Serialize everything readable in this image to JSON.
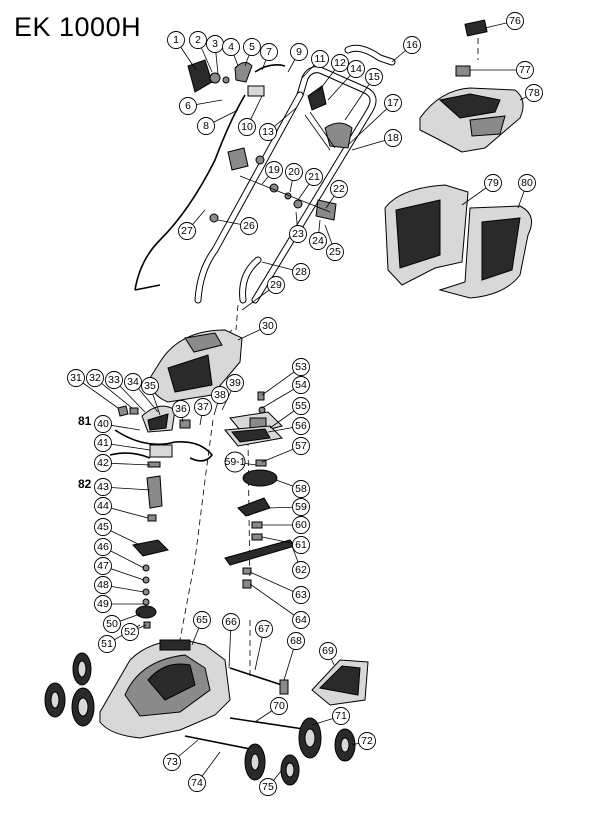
{
  "title": "EK 1000H",
  "callouts": [
    "1",
    "2",
    "3",
    "4",
    "5",
    "6",
    "7",
    "8",
    "9",
    "10",
    "11",
    "12",
    "13",
    "14",
    "15",
    "16",
    "17",
    "18",
    "19",
    "20",
    "21",
    "22",
    "23",
    "24",
    "25",
    "26",
    "27",
    "28",
    "29",
    "30",
    "31",
    "32",
    "33",
    "34",
    "35",
    "36",
    "37",
    "38",
    "39",
    "40",
    "41",
    "42",
    "43",
    "44",
    "45",
    "46",
    "47",
    "48",
    "49",
    "50",
    "51",
    "52",
    "53",
    "54",
    "55",
    "56",
    "57",
    "58",
    "59",
    "60",
    "61",
    "62",
    "63",
    "64",
    "65",
    "66",
    "67",
    "68",
    "69",
    "70",
    "71",
    "72",
    "73",
    "74",
    "75",
    "76",
    "77",
    "78",
    "79",
    "80",
    "59-1"
  ],
  "extra_labels": [
    "81",
    "82"
  ]
}
